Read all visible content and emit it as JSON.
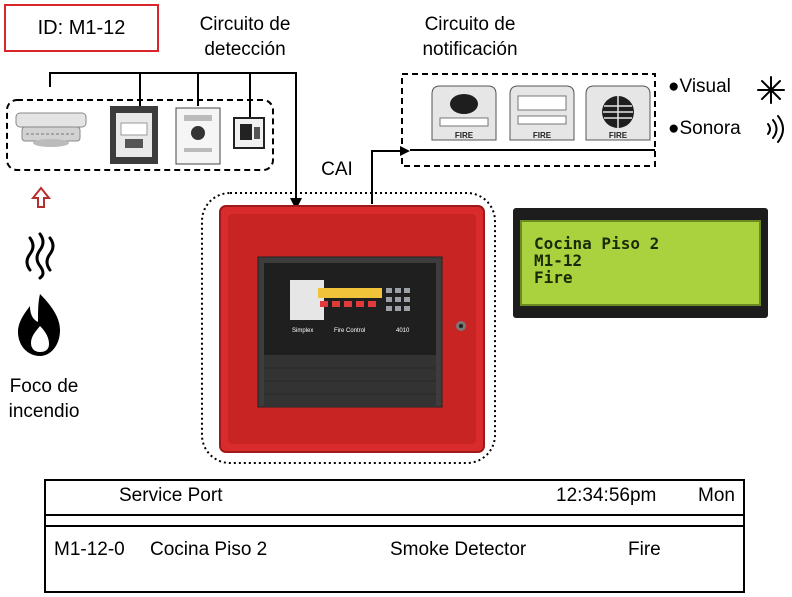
{
  "device_id": "ID: M1-12",
  "labels": {
    "detection_circuit": [
      "Circuito de",
      "detección"
    ],
    "notification_circuit": [
      "Circuito de",
      "notificación"
    ],
    "cai": "CAI",
    "fire_source": [
      "Foco de",
      "incendio"
    ],
    "visual": "Visual",
    "sonora": "Sonora"
  },
  "bell_label": "FIRE",
  "panel": {
    "brand": "Simplex",
    "model_label": "Fire Control",
    "model_number": "4010"
  },
  "lcd": {
    "lines": [
      "Cocina Piso 2",
      "M1-12",
      "Fire"
    ]
  },
  "service_port": {
    "header_left": "Service Port",
    "time": "12:34:56pm",
    "day": "Mon",
    "point": "M1-12-0",
    "location": "Cocina Piso 2",
    "device_type": "Smoke Detector",
    "status": "Fire"
  },
  "colors": {
    "panel_red": "#d92b2b",
    "lcd_green": "#a9d23e",
    "id_border": "#d9262c"
  }
}
